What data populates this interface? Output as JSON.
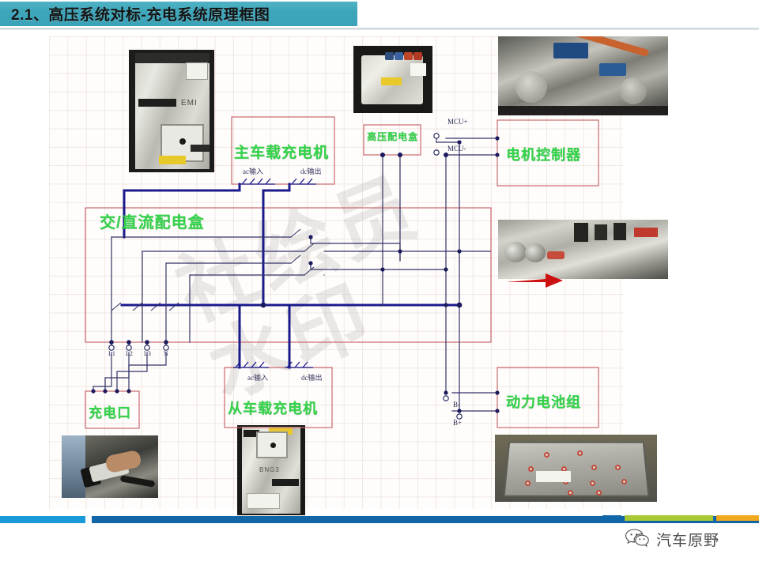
{
  "slide": {
    "title": "2.1、高压系统对标-充电系统原理框图",
    "watermark_line1": "社绘员",
    "watermark_line2": "水印"
  },
  "diagram": {
    "blocks": [
      {
        "id": "main_obc",
        "label": "主车载充电机",
        "ac_in": "ac输入",
        "dc_out": "dc输出"
      },
      {
        "id": "hv_box",
        "label": "高压配电盒"
      },
      {
        "id": "mcu",
        "label": "电机控制器"
      },
      {
        "id": "ac_dc_box",
        "label": "交/直流配电盒"
      },
      {
        "id": "charge_port",
        "label": "充电口"
      },
      {
        "id": "slave_obc",
        "label": "从车载充电机",
        "ac_in": "ac输入",
        "dc_out": "dc输出"
      },
      {
        "id": "battery_pack",
        "label": "动力电池组"
      }
    ],
    "terminals": {
      "mcu_plus": "MCU+",
      "mcu_minus": "MCU-",
      "batt_minus": "B-",
      "batt_plus": "B+",
      "port_pins": [
        "L1",
        "L2",
        "L3",
        "N"
      ]
    },
    "colors": {
      "block_border": "#c8696e",
      "block_label": "#34d34a",
      "wire_thin": "#333366",
      "wire_thick": "#1a1a8c",
      "arrow": "#cc1111",
      "grid": "#e2cdc8"
    }
  },
  "photos": [
    {
      "id": "photo-emi",
      "name": "emi-filter-unit-photo",
      "caption": "EMI"
    },
    {
      "id": "photo-hvbox",
      "name": "hv-distribution-box-photo"
    },
    {
      "id": "photo-motor",
      "name": "motor-assembly-photo"
    },
    {
      "id": "photo-hvdist",
      "name": "hv-controller-photo"
    },
    {
      "id": "photo-plug",
      "name": "charging-plug-photo"
    },
    {
      "id": "photo-charger",
      "name": "onboard-charger-photo",
      "caption": "BNG3"
    },
    {
      "id": "photo-battery",
      "name": "battery-pack-photo"
    }
  ],
  "footer": {
    "account_name": "汽车原野",
    "bar_blue": "#1a9ad7",
    "bar_darkblue": "#1166a8",
    "bar_green": "#a8c834",
    "bar_yellow": "#f0a81e"
  }
}
